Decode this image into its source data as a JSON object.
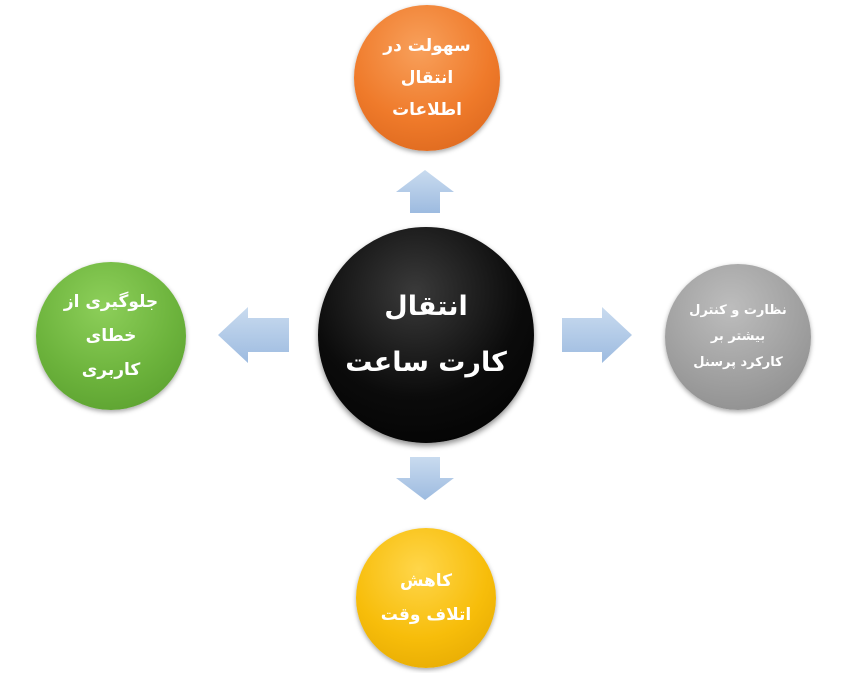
{
  "center": {
    "lines": [
      "انتقال",
      "کارت ساعت"
    ]
  },
  "nodes": {
    "top": {
      "lines": [
        "سهولت در",
        "انتقال",
        "اطلاعات"
      ],
      "color": "#EF7A2A"
    },
    "left": {
      "lines": [
        "جلوگیری از",
        "خطای",
        "کاربری"
      ],
      "color": "#6CB33C"
    },
    "right": {
      "lines": [
        "نظارت و کنترل",
        "بیشتر بر",
        "کارکرد پرسنل"
      ],
      "color": "#A0A0A0"
    },
    "bottom": {
      "lines": [
        "کاهش",
        "اتلاف وقت"
      ],
      "color": "#F7BD0A"
    }
  },
  "arrow_color": "#A9C4E4"
}
